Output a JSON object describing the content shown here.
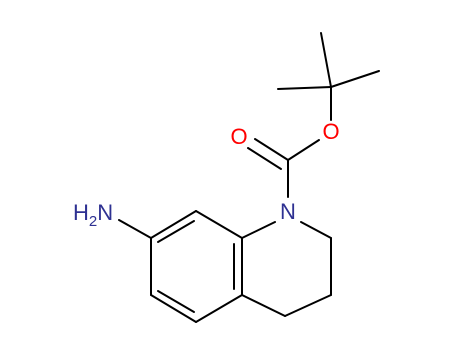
{
  "molecule": {
    "atoms": {
      "nitrogen_ring": {
        "symbol": "N",
        "color": "#2e3192"
      },
      "amine": {
        "symbol": "H",
        "subscript": "2",
        "suffix": "N",
        "color": "#2e3192"
      },
      "carbonyl_oxygen": {
        "symbol": "O",
        "color": "#ff0000"
      },
      "ester_oxygen": {
        "symbol": "O",
        "color": "#ff0000"
      }
    },
    "bond_color": "#000000"
  }
}
